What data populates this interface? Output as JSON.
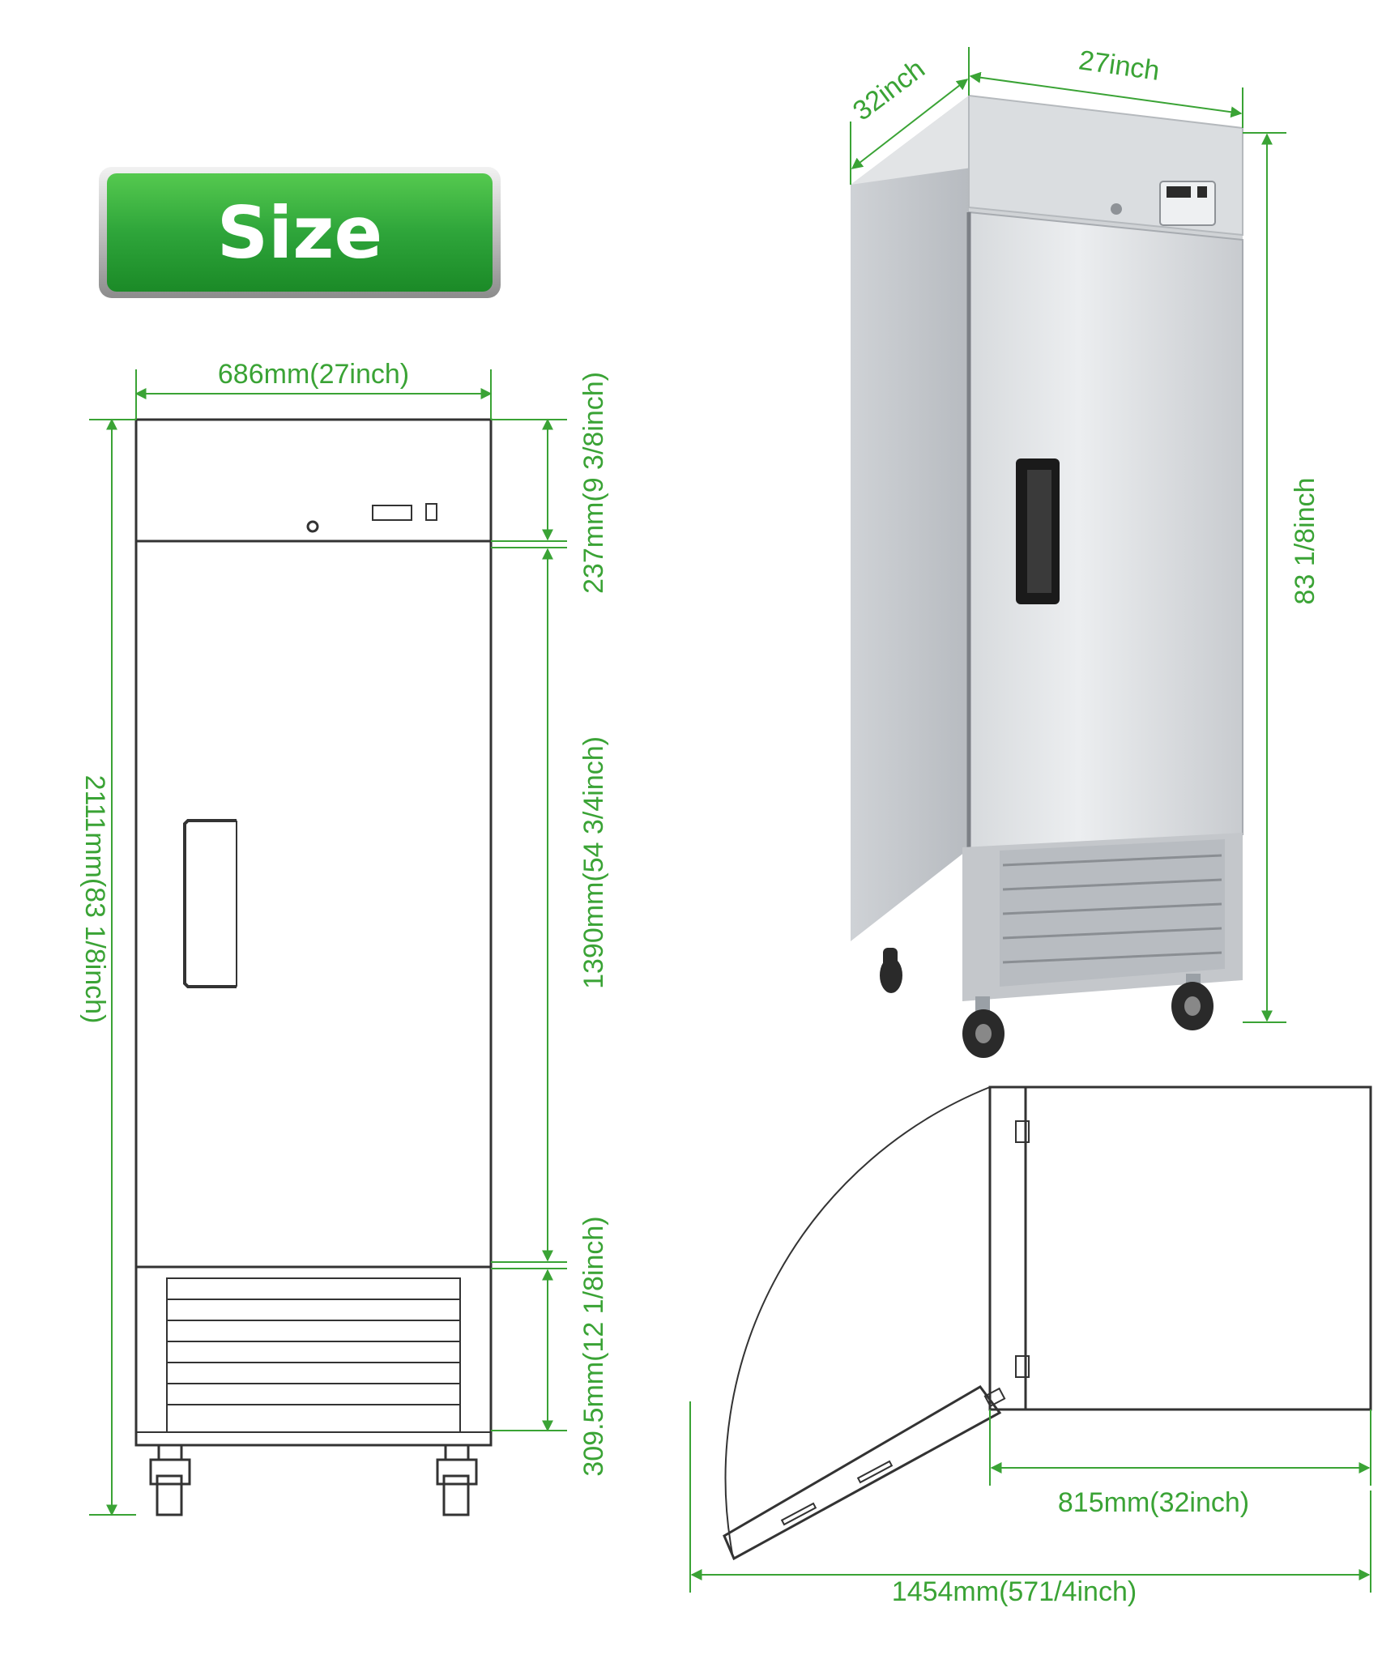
{
  "header": {
    "badge_label": "Size"
  },
  "colors": {
    "dimension": "#3aa335",
    "badge_green": "#1f9e2f",
    "badge_green_light": "#4fc84a",
    "steel_light": "#e4e6e8",
    "steel_mid": "#c9ccd0",
    "steel_dark": "#9ea3a8",
    "drawing_line": "#333333"
  },
  "front_view": {
    "width_label": "686mm(27inch)",
    "total_height_label": "2111mm(83 1/8inch)",
    "top_panel_label": "237mm(9 3/8inch)",
    "door_label": "1390mm(54 3/4inch)",
    "base_label": "309.5mm(12 1/8inch)"
  },
  "product_photo": {
    "depth_label": "32inch",
    "width_label": "27inch",
    "height_label": "83 1/8inch"
  },
  "top_view": {
    "depth_open_label": "815mm(32inch)",
    "total_width_label": "1454mm(571/4inch)"
  }
}
